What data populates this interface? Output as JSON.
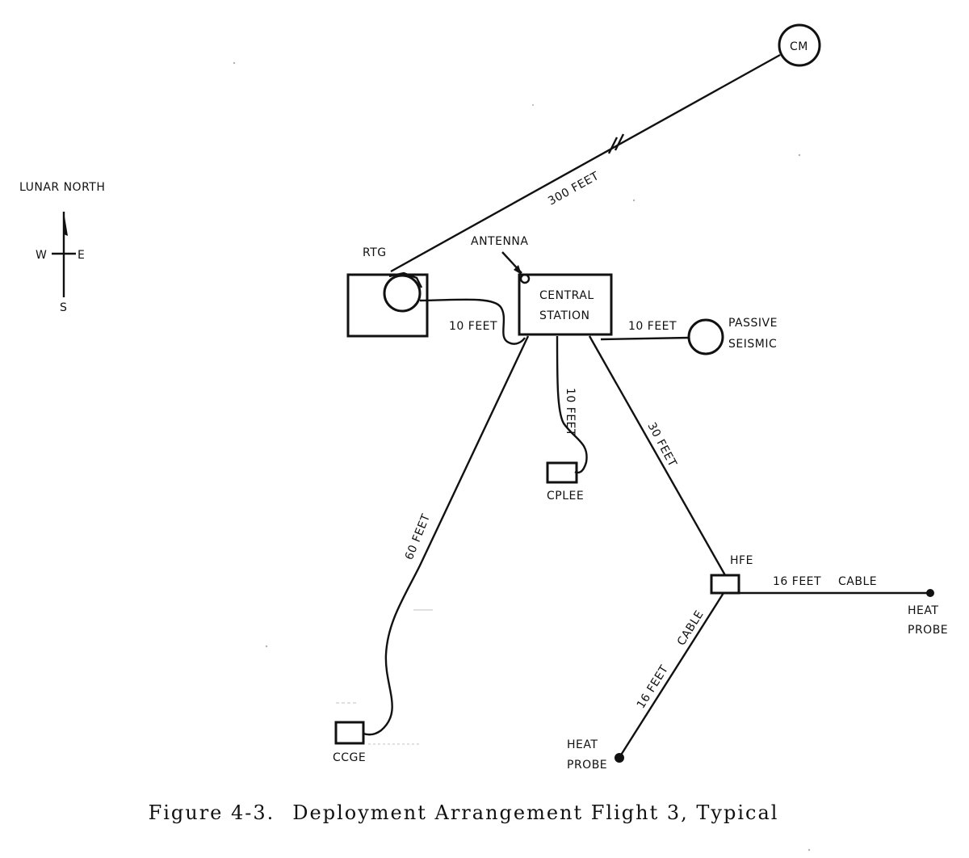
{
  "compass": {
    "title": "LUNAR NORTH",
    "west": "W",
    "east": "E",
    "south": "S"
  },
  "components": {
    "cm": "CM",
    "rtg": "RTG",
    "antenna": "ANTENNA",
    "central_station_line1": "CENTRAL",
    "central_station_line2": "STATION",
    "passive_seismic_line1": "PASSIVE",
    "passive_seismic_line2": "SEISMIC",
    "cplee": "CPLEE",
    "ccge": "CCGE",
    "hfe": "HFE",
    "heat_probe_east_line1": "HEAT",
    "heat_probe_east_line2": "PROBE",
    "heat_probe_south_line1": "HEAT",
    "heat_probe_south_line2": "PROBE"
  },
  "cable_labels": {
    "to_cm": "300 FEET",
    "rtg_to_station": "10 FEET",
    "station_to_seismic": "10 FEET",
    "station_to_cplee": "10 FEET",
    "station_to_hfe": "30 FEET",
    "station_to_ccge": "60 FEET",
    "hfe_to_east_probe_length": "16 FEET",
    "hfe_to_east_probe_type": "CABLE",
    "hfe_to_south_probe_length": "16 FEET",
    "hfe_to_south_probe_type": "CABLE"
  },
  "caption": {
    "figure": "Figure 4-3.",
    "title": "Deployment Arrangement Flight 3, Typical"
  }
}
